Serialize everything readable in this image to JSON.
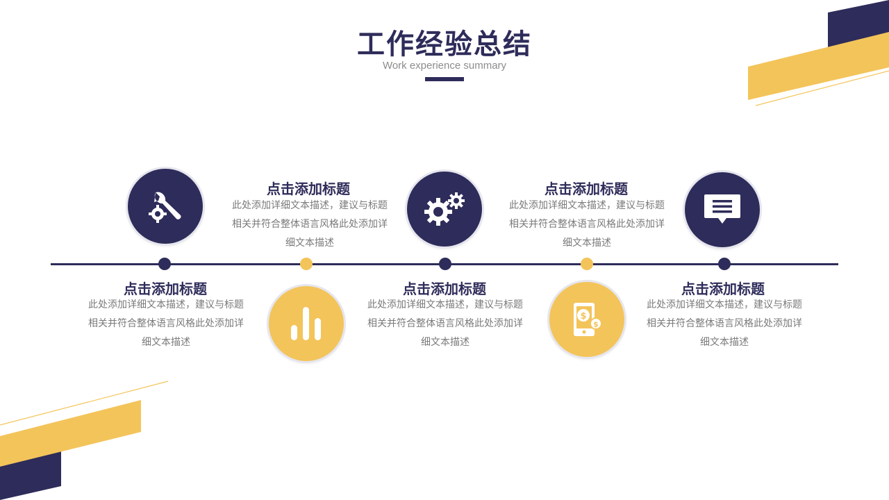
{
  "header": {
    "title": "工作经验总结",
    "subtitle": "Work experience summary"
  },
  "colors": {
    "navy": "#2e2c5a",
    "gold": "#f3c45a",
    "text_gray": "#7a7a7a"
  },
  "items": [
    {
      "title": "点击添加标题",
      "desc": "此处添加详细文本描述，建议与标题相关并符合整体语言风格此处添加详细文本描述",
      "icon": "wrench-gear-icon",
      "color": "navy",
      "text_position": "below"
    },
    {
      "title": "点击添加标题",
      "desc": "此处添加详细文本描述，建议与标题相关并符合整体语言风格此处添加详细文本描述",
      "icon": "bar-chart-icon",
      "color": "gold",
      "text_position": "above"
    },
    {
      "title": "点击添加标题",
      "desc": "此处添加详细文本描述，建议与标题相关并符合整体语言风格此处添加详细文本描述",
      "icon": "gears-icon",
      "color": "navy",
      "text_position": "below"
    },
    {
      "title": "点击添加标题",
      "desc": "此处添加详细文本描述，建议与标题相关并符合整体语言风格此处添加详细文本描述",
      "icon": "mobile-money-icon",
      "color": "gold",
      "text_position": "above"
    },
    {
      "title": "点击添加标题",
      "desc": "此处添加详细文本描述，建议与标题相关并符合整体语言风格此处添加详细文本描述",
      "icon": "chat-bubble-icon",
      "color": "navy",
      "text_position": "below"
    }
  ]
}
